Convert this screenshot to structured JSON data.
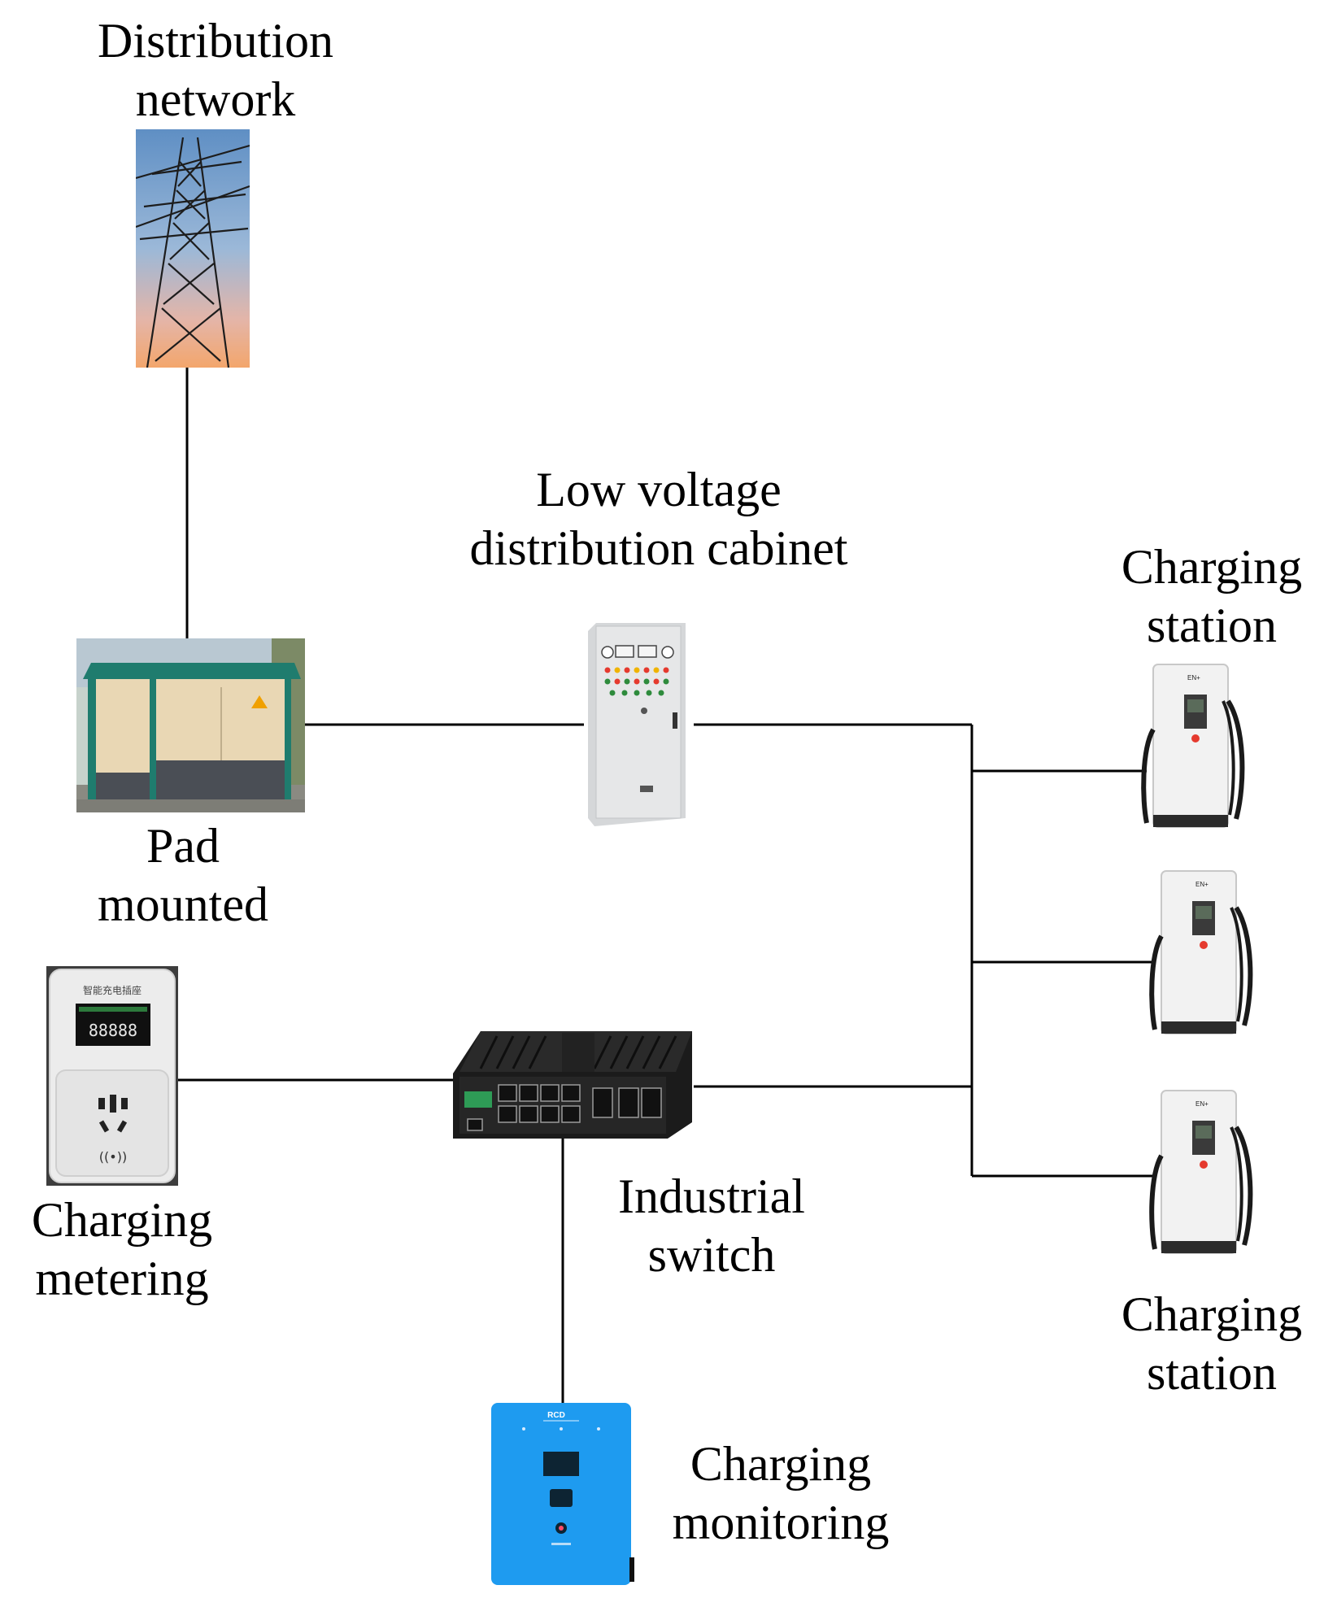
{
  "labels": {
    "distribution_network": [
      "Distribution",
      "network"
    ],
    "pad_mounted": [
      "Pad",
      "mounted"
    ],
    "low_voltage_cabinet": [
      "Low voltage",
      "distribution cabinet"
    ],
    "charging_station_top": [
      "Charging",
      "station"
    ],
    "charging_station_bottom": [
      "Charging",
      "station"
    ],
    "charging_metering": [
      "Charging",
      "metering"
    ],
    "industrial_switch": [
      "Industrial",
      "switch"
    ],
    "charging_monitoring": [
      "Charging",
      "monitoring"
    ]
  },
  "device_text": {
    "socket_header": "智能充电插座",
    "socket_display": "88888",
    "station_brand": "EN+",
    "monitor_brand": "RCD"
  },
  "colors": {
    "line": "#000000",
    "monitor_blue": "#1e9bf0",
    "cabinet_grey": "#e6e7e8",
    "enclosure_cream": "#e9d7b4",
    "enclosure_green": "#1f7c6e",
    "switch_black": "#1b1b1b"
  },
  "icons": {
    "pylon": "transmission-tower-icon",
    "pad": "pad-mounted-transformer-icon",
    "cabinet": "distribution-cabinet-icon",
    "station": "ev-charger-icon",
    "meter": "smart-socket-meter-icon",
    "switch": "ethernet-switch-icon",
    "monitor": "wall-charger-monitor-icon"
  }
}
